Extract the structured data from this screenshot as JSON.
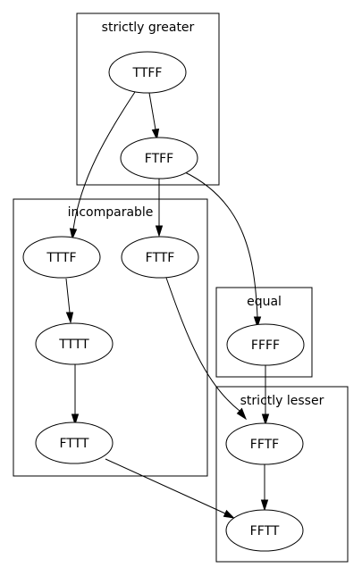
{
  "clusters": {
    "strictly_greater": "strictly greater",
    "incomparable": "incomparable",
    "equal": "equal",
    "strictly_lesser": "strictly lesser"
  },
  "nodes": {
    "TTFF": "TTFF",
    "FTFF": "FTFF",
    "TTTF": "TTTF",
    "FTTF": "FTTF",
    "TTTT": "TTTT",
    "FTTT": "FTTT",
    "FFFF": "FFFF",
    "FFTF": "FFTF",
    "FFTT": "FFTT"
  },
  "edges": [
    {
      "from": "TTFF",
      "to": "FTFF"
    },
    {
      "from": "TTFF",
      "to": "TTTF"
    },
    {
      "from": "FTFF",
      "to": "FTTF"
    },
    {
      "from": "FTFF",
      "to": "FFFF"
    },
    {
      "from": "TTTF",
      "to": "TTTT"
    },
    {
      "from": "TTTT",
      "to": "FTTT"
    },
    {
      "from": "FTTF",
      "to": "FFTF"
    },
    {
      "from": "FFFF",
      "to": "FFTF"
    },
    {
      "from": "FFTF",
      "to": "FFTT"
    },
    {
      "from": "FTTT",
      "to": "FFTT"
    }
  ]
}
